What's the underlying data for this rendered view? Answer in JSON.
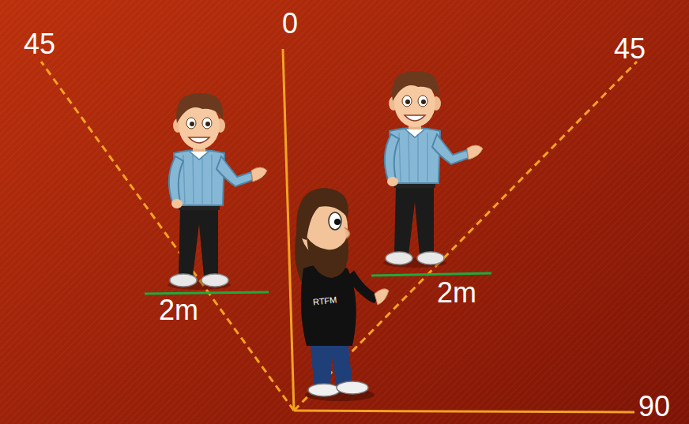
{
  "diagram": {
    "labels": [
      "45",
      "0",
      "45",
      "RTFM",
      "2m",
      "2m",
      "90"
    ]
  }
}
